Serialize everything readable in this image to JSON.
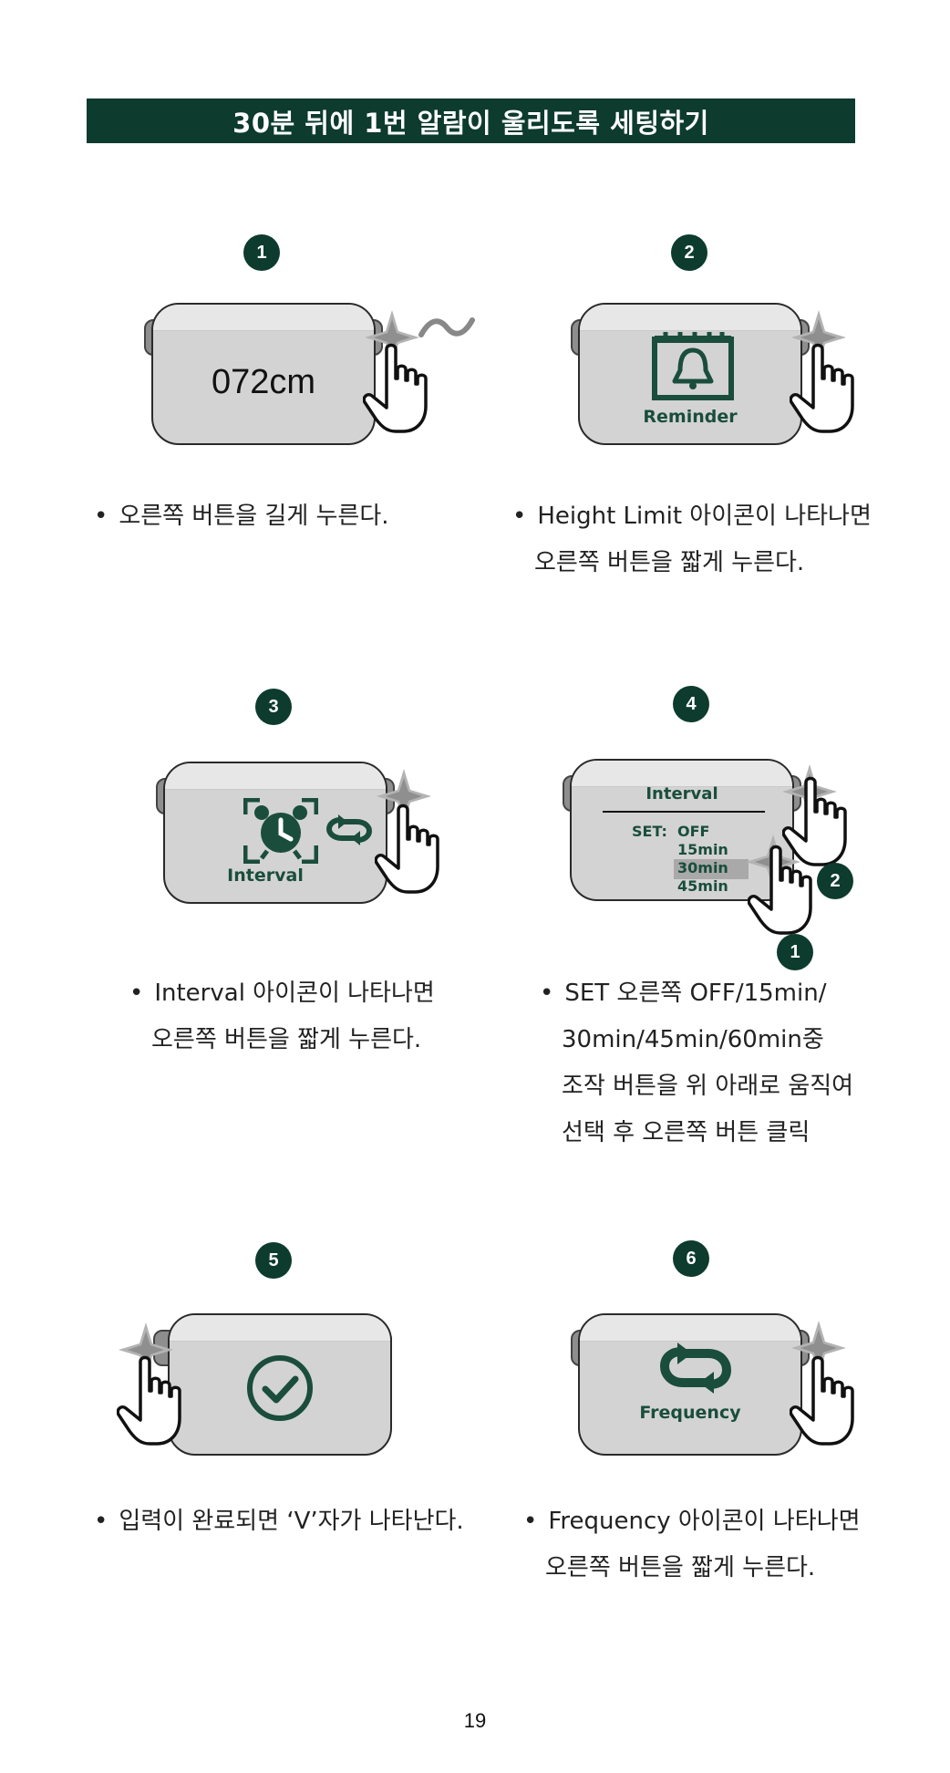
{
  "title": "30분 뒤에 1번 알람이 울리도록 세팅하기",
  "colors": {
    "brand": "#0d3b2e",
    "device": "#d3d3d3",
    "text": "#222222"
  },
  "steps": [
    {
      "number": "1",
      "screen": "072cm",
      "icon": "long-press-wave-icon",
      "desc": [
        "오른쪽 버튼을 길게 누른다."
      ]
    },
    {
      "number": "2",
      "screen_label": "Reminder",
      "icon": "reminder-bell-icon",
      "desc": [
        "Height Limit 아이콘이 나타나면",
        "오른쪽 버튼을 짧게 누른다."
      ]
    },
    {
      "number": "3",
      "screen_label": "Interval",
      "icon": "alarm-clock-icon",
      "desc": [
        "Interval 아이콘이 나타나면",
        "오른쪽 버튼을 짧게 누른다."
      ]
    },
    {
      "number": "4",
      "menu": {
        "title": "Interval",
        "set_label": "SET:",
        "options": [
          "OFF",
          "15min",
          "30min",
          "45min"
        ],
        "selected": "30min"
      },
      "sub_badges": [
        "2",
        "1"
      ],
      "desc": [
        "SET  오른쪽 OFF/15min/",
        "30min/45min/60min중",
        "조작 버튼을 위 아래로 움직여",
        "선택 후 오른쪽 버튼 클릭"
      ]
    },
    {
      "number": "5",
      "icon": "check-circle-icon",
      "desc": [
        "입력이 완료되면 ‘V’자가 나타난다."
      ]
    },
    {
      "number": "6",
      "screen_label": "Frequency",
      "icon": "repeat-arrows-icon",
      "desc": [
        "Frequency 아이콘이 나타나면",
        "오른쪽 버튼을 짧게 누른다."
      ]
    }
  ],
  "page_number": "19"
}
